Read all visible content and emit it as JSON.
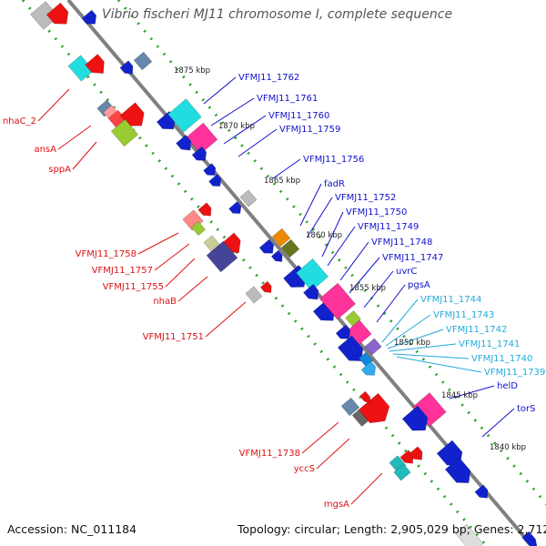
{
  "title": "Vibrio fischeri MJ11 chromosome I, complete sequence",
  "footer": {
    "accession": "Accession: NC_011184",
    "topology": "Topology: circular; Length: 2,905,029 bp; Genes: 2,712"
  },
  "colors": {
    "backbone": "#808080",
    "tick_dots": "#2ea02e",
    "label_left": "#dd1111",
    "label_right_blue": "#1111cc",
    "label_right_cyan": "#22aadd"
  },
  "scale": {
    "labels": [
      "1875 kbp",
      "1870 kbp",
      "1865 kbp",
      "1860 kbp",
      "1855 kbp",
      "1850 kbp",
      "1845 kbp",
      "1840 kbp"
    ]
  },
  "genes_left": [
    "nhaC_2",
    "ansA",
    "sppA",
    "VFMJ11_1758",
    "VFMJ11_1757",
    "VFMJ11_1755",
    "nhaB",
    "VFMJ11_1751",
    "VFMJ11_1738",
    "yccS",
    "mgsA"
  ],
  "genes_right_blue": [
    "VFMJ11_1762",
    "VFMJ11_1761",
    "VFMJ11_1760",
    "VFMJ11_1759",
    "VFMJ11_1756",
    "fadR",
    "VFMJ11_1752",
    "VFMJ11_1750",
    "VFMJ11_1749",
    "VFMJ11_1748",
    "VFMJ11_1747",
    "uvrC",
    "pgsA",
    "helD",
    "torS"
  ],
  "genes_right_cyan": [
    "VFMJ11_1744",
    "VFMJ11_1743",
    "VFMJ11_1742",
    "VFMJ11_1741",
    "VFMJ11_1740",
    "VFMJ11_1739"
  ]
}
